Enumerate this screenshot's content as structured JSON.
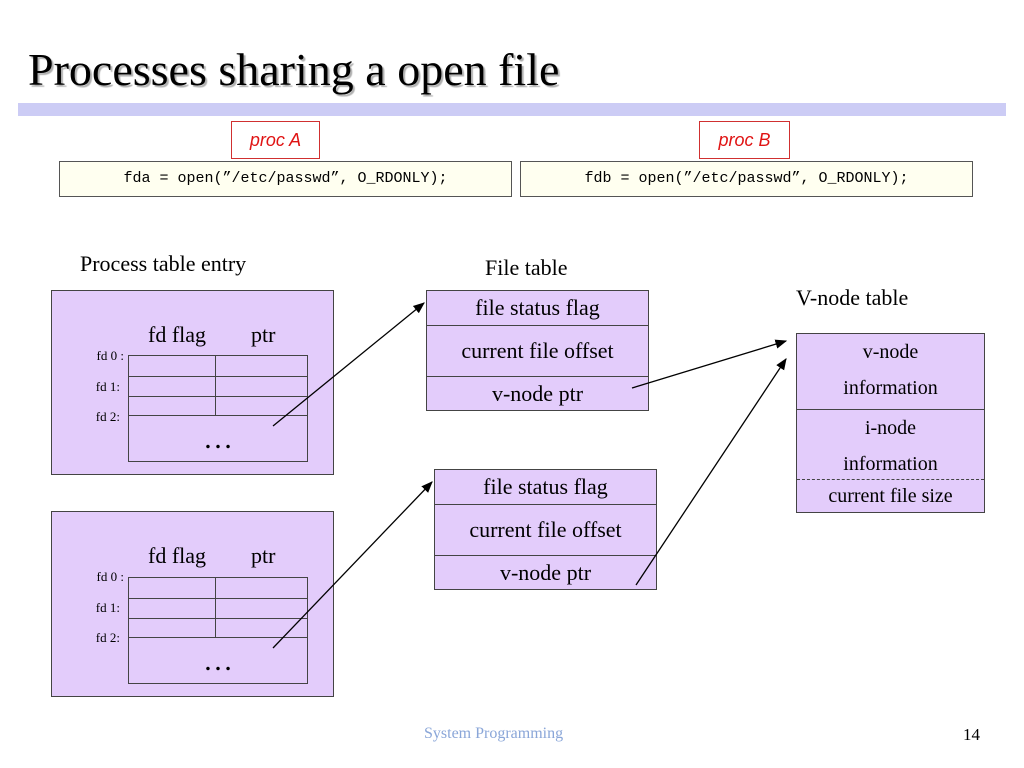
{
  "slide": {
    "title": "Processes sharing a open file",
    "footer": "System Programming",
    "page_number": "14"
  },
  "procs": {
    "a": {
      "label": "proc A",
      "code": "fda = open(”/etc/passwd”, O_RDONLY);"
    },
    "b": {
      "label": "proc B",
      "code": "fdb = open(”/etc/passwd”, O_RDONLY);"
    }
  },
  "headings": {
    "process_table": "Process table entry",
    "file_table": "File table",
    "vnode_table": "V-node table"
  },
  "process_entry": {
    "col_flag": "fd flag",
    "col_ptr": "ptr",
    "rows": [
      "fd 0 :",
      "fd 1:",
      "fd 2:"
    ],
    "ellipsis": "…"
  },
  "file_table_entry": {
    "rows": [
      "file status flag",
      "current file offset",
      "v-node ptr"
    ]
  },
  "vnode_entry": {
    "vnode_info_line1": "v-node",
    "vnode_info_line2": "information",
    "inode_info_line1": "i-node",
    "inode_info_line2": "information",
    "file_size": "current file size"
  },
  "colors": {
    "box_fill": "#e3ccfb",
    "proc_label": "#e01414",
    "code_fill": "#fffff0",
    "title_rule": "#ccccf5",
    "footer_text": "#8aa6d8"
  }
}
